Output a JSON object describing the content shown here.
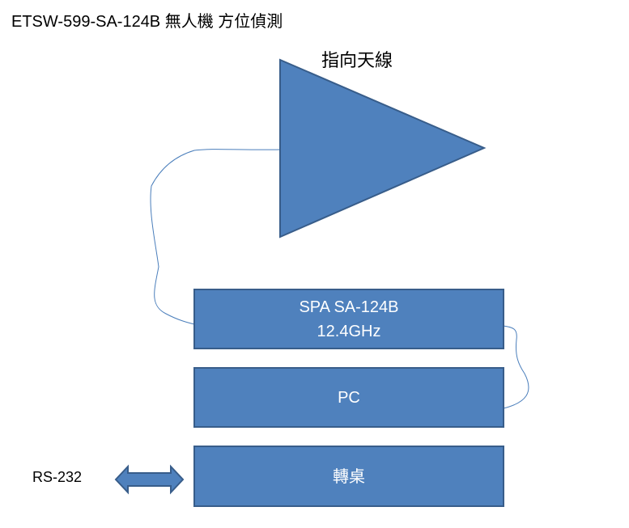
{
  "title": "ETSW-599-SA-124B  無人機 方位偵測",
  "antenna_label": "指向天線",
  "blocks": {
    "spa_line1": "SPA  SA-124B",
    "spa_line2": "12.4GHz",
    "pc": "PC",
    "turntable": "轉桌"
  },
  "interface_label": "RS-232",
  "colors": {
    "fill": "#4F81BD",
    "stroke": "#385D8A",
    "cable": "#4A7EBB"
  }
}
